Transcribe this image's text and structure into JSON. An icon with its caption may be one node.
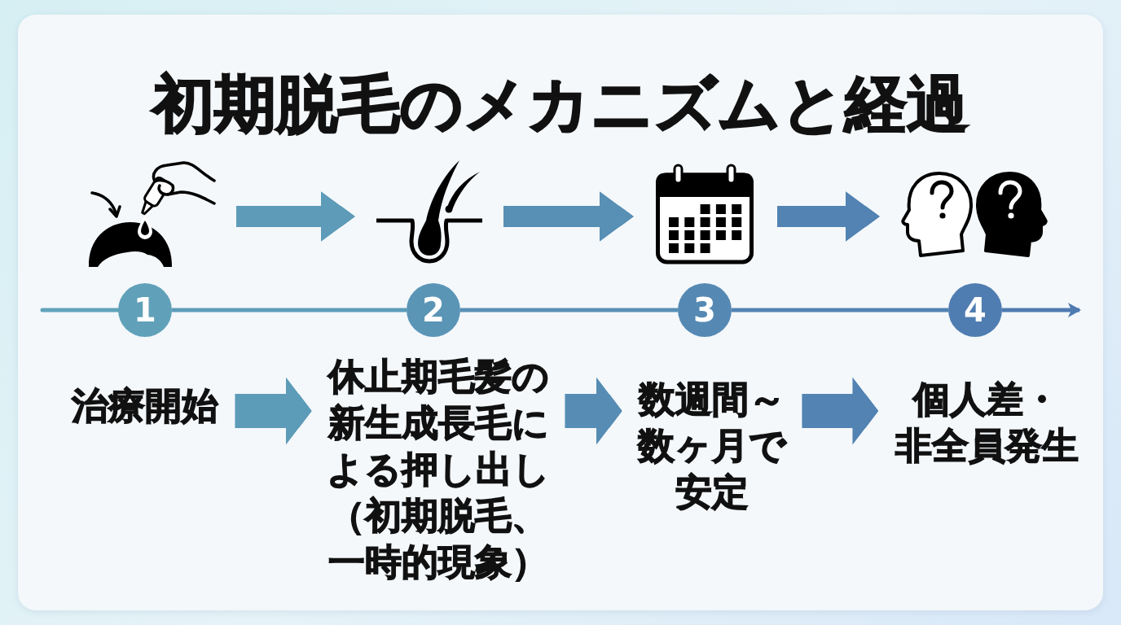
{
  "diagram": {
    "title": "初期脱毛のメカニズムと経過",
    "nodes": [
      {
        "text": [],
        "shape": "picture"
      },
      {
        "text": [],
        "shape": "picture"
      },
      {
        "text": [],
        "shape": "picture"
      },
      {
        "text": [],
        "shape": "picture"
      },
      {
        "text": [
          "1"
        ]
      },
      {
        "text": [
          "2"
        ]
      },
      {
        "text": [
          "3"
        ]
      },
      {
        "text": [
          "4"
        ]
      },
      {
        "text": [
          "治療開始"
        ]
      },
      {
        "text": [
          "休止期毛髪の新生成長毛による押し出し（初期脱毛、一時的現象）"
        ]
      },
      {
        "text": [
          "数週間～数ヶ月で安定"
        ]
      },
      {
        "text": [
          "個人差・非全員発生"
        ]
      }
    ],
    "edges": [
      {
        "from": 0,
        "to": 1,
        "arrow": "to"
      },
      {
        "from": 1,
        "to": 2,
        "arrow": "to"
      },
      {
        "from": 2,
        "to": 3,
        "arrow": "to"
      },
      {
        "from": null,
        "to": 4,
        "arrow": "none"
      },
      {
        "from": 4,
        "to": 5,
        "arrow": "none"
      },
      {
        "from": 5,
        "to": 6,
        "arrow": "none"
      },
      {
        "from": 6,
        "to": 7,
        "arrow": "none"
      },
      {
        "from": 7,
        "to": null,
        "arrow": "to"
      },
      {
        "from": 8,
        "to": 9,
        "arrow": "to"
      },
      {
        "from": 9,
        "to": 10,
        "arrow": "to"
      },
      {
        "from": 10,
        "to": 11,
        "arrow": "to"
      }
    ]
  }
}
